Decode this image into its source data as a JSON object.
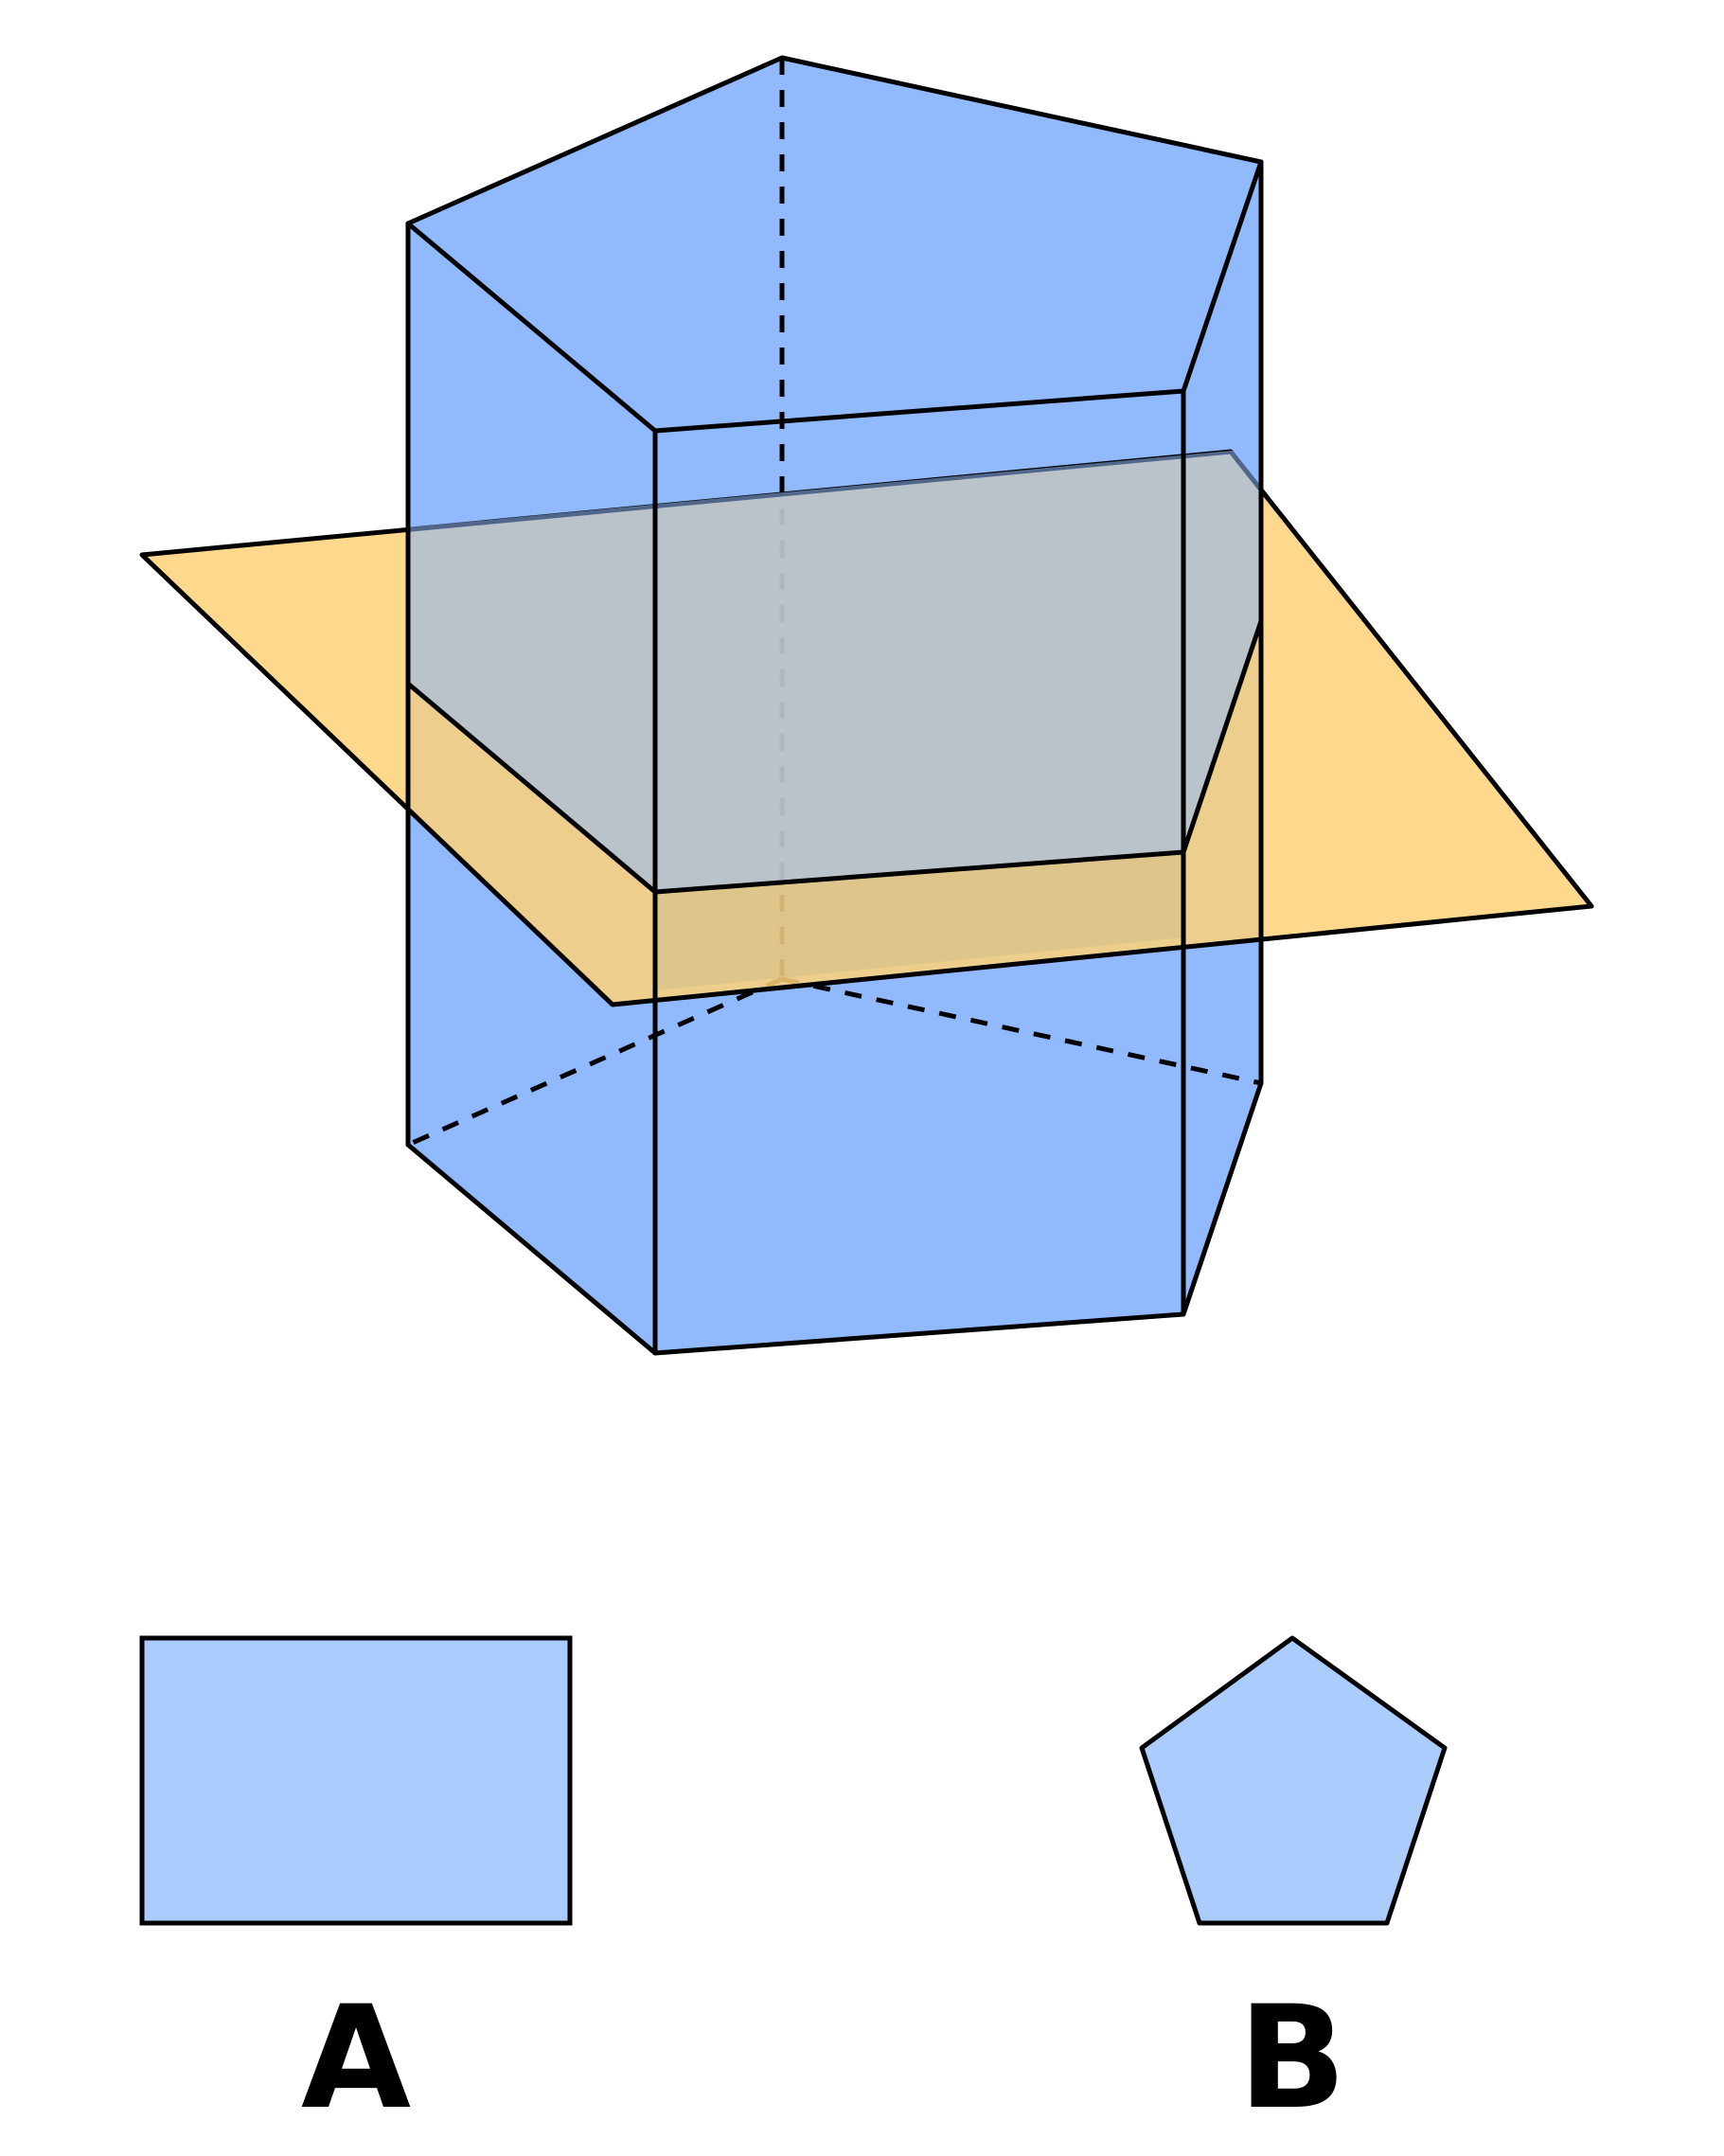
{
  "figure": {
    "colors": {
      "prism_fill": "#91b9fd",
      "prism_fill_light": "#abcdfd",
      "plane_fill": "#fdd27a",
      "edge": "#000000",
      "background": "#ffffff"
    },
    "solid": "pentagonal-prism",
    "cutting_plane": "horizontal-plane"
  },
  "choices": [
    {
      "label": "A",
      "shape": "rectangle"
    },
    {
      "label": "B",
      "shape": "pentagon"
    }
  ]
}
